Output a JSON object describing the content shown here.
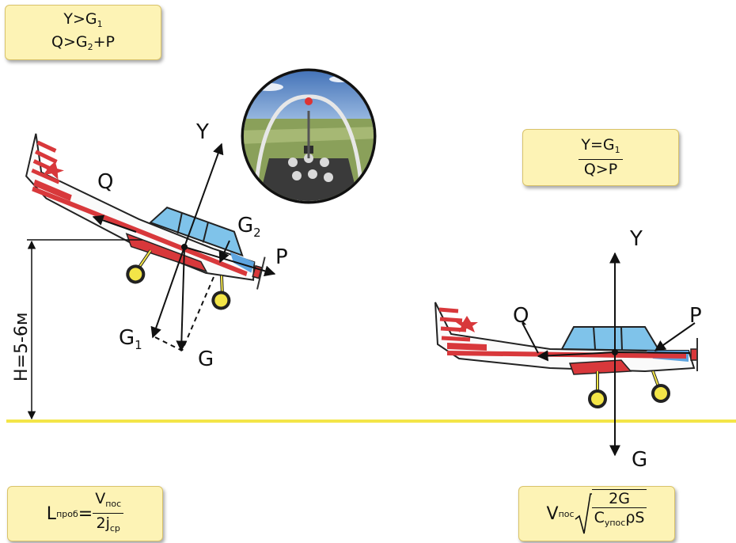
{
  "formulas": {
    "takeoff_condition": {
      "line1": {
        "a": "Y>G",
        "sub": "1"
      },
      "line2": {
        "a": "Q>G",
        "sub": "2",
        "b": "+P"
      }
    },
    "cruise_condition": {
      "num": {
        "a": "Y=G",
        "sub": "1"
      },
      "den": "Q>P"
    },
    "run_length": {
      "L": "L",
      "L_sub": "проб",
      "eq": "=",
      "num": "V",
      "num_sub": "пос",
      "den": "2j",
      "den_sub": "ср"
    },
    "landing_speed": {
      "V": "V",
      "V_sub": "пос",
      "num": "2G",
      "den_a": "C",
      "den_sub": "yпос",
      "den_b": "ρS"
    }
  },
  "left_aircraft": {
    "forces": {
      "lift": "Y",
      "drag": "Q",
      "thrust": "P",
      "g1": "G",
      "g1_sub": "1",
      "g2": "G",
      "g2_sub": "2",
      "weight": "G"
    },
    "height_label": "H=5-6м"
  },
  "right_aircraft": {
    "forces": {
      "lift": "Y",
      "drag": "Q",
      "thrust": "P",
      "weight": "G"
    }
  },
  "colors": {
    "ground_line": "#f3e548",
    "formula_bg": "#fdf3b5",
    "fuselage_stripe": "#d8383b",
    "canopy": "#7fc3ea",
    "sky": "#5e90cc",
    "field": "#8aa05a"
  }
}
